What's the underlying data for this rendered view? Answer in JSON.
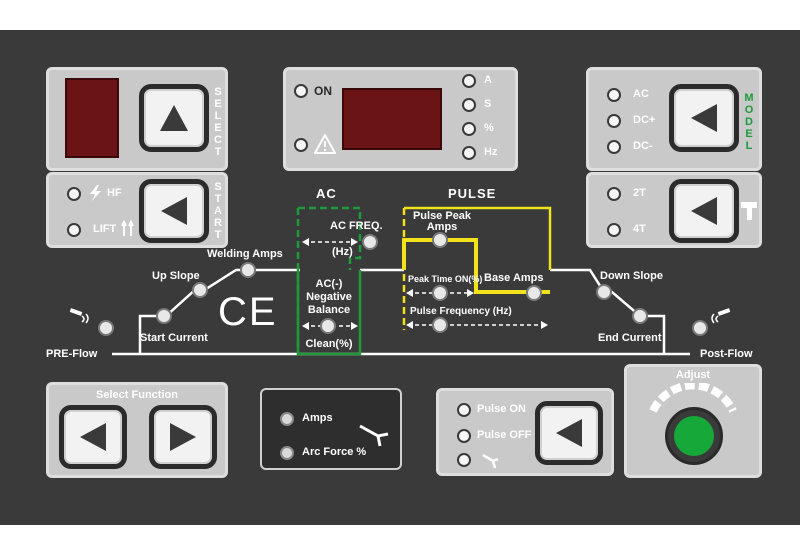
{
  "colors": {
    "panel": "#3a3a3a",
    "display": "#6a1416",
    "ac_green": "#1f9a3a",
    "pulse_yellow": "#f2e21b",
    "model_green": "#1f9a3a",
    "adjust_led": "#17a83a"
  },
  "select_panel": {
    "vertical_label": "SELECT"
  },
  "start_panel": {
    "vertical_label": "START",
    "hf_label": "HF",
    "lift_label": "LIFT"
  },
  "center_display": {
    "on_label": "ON",
    "units": [
      "A",
      "S",
      "%",
      "Hz"
    ]
  },
  "model_panel": {
    "vertical_label": "MODEL",
    "items": [
      "AC",
      "DC+",
      "DC-"
    ]
  },
  "trigger_panel": {
    "items": [
      "2T",
      "4T"
    ]
  },
  "diagram": {
    "section_ac": "AC",
    "section_pulse": "PULSE",
    "welding_amps": "Welding Amps",
    "up_slope": "Up Slope",
    "start_current": "Start Current",
    "pre_flow": "PRE-Flow",
    "ac_freq": "AC FREQ.",
    "hz": "(Hz)",
    "ac_neg_line1": "AC(-)",
    "ac_neg_line2": "Negative",
    "ac_neg_line3": "Balance",
    "clean": "Clean(%)",
    "pulse_peak_line1": "Pulse Peak",
    "pulse_peak_line2": "Amps",
    "peak_time": "Peak Time ON(%)",
    "base_amps": "Base Amps",
    "pulse_freq": "Pulse Frequency (Hz)",
    "down_slope": "Down Slope",
    "end_current": "End Current",
    "post_flow": "Post-Flow",
    "ce_mark": "CE"
  },
  "select_function": {
    "title": "Select Function"
  },
  "mode_panel": {
    "items": [
      "Amps",
      "Arc Force %"
    ]
  },
  "pulse_panel": {
    "items": [
      "Pulse ON",
      "Pulse OFF"
    ]
  },
  "adjust_panel": {
    "title": "Adjust"
  }
}
